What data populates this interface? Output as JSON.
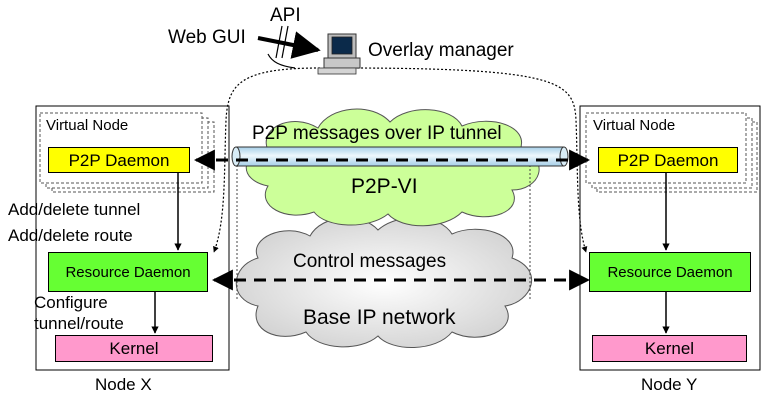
{
  "top": {
    "web_gui": "Web GUI",
    "api": "API",
    "overlay_manager": "Overlay manager"
  },
  "center": {
    "tunnel_label": "P2P messages over IP tunnel",
    "p2p_vi": "P2P-VI",
    "control_messages": "Control messages",
    "base_ip_network": "Base IP network"
  },
  "node_x": {
    "name": "Node X",
    "virtual_node": "Virtual Node",
    "p2p_daemon": "P2P Daemon",
    "resource_daemon": "Resource Daemon",
    "kernel": "Kernel",
    "add_delete_tunnel": "Add/delete tunnel",
    "add_delete_route": "Add/delete route",
    "configure": "Configure",
    "tunnel_route": "tunnel/route"
  },
  "node_y": {
    "name": "Node Y",
    "virtual_node": "Virtual Node",
    "p2p_daemon": "P2P Daemon",
    "resource_daemon": "Resource Daemon",
    "kernel": "Kernel"
  },
  "colors": {
    "p2p_daemon": "#ffff00",
    "resource_daemon": "#66ff33",
    "kernel": "#ff99cc",
    "p2p_vi_cloud": "#ccff99",
    "base_ip_cloud": "#e0e0e0",
    "tunnel_pipe": "#cce6f4"
  },
  "icons": {
    "overlay_manager": "computer-icon"
  }
}
